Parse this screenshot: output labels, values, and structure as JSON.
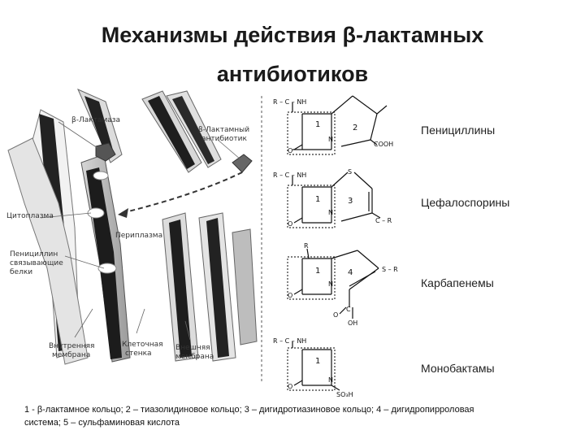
{
  "slide": {
    "title_line1": "Механизмы действия β-лактамных",
    "title_line2": "антибиотиков"
  },
  "left_diagram": {
    "labels": {
      "beta_lactamase": "β-Лактамаза",
      "beta_lactam_ab_line1": "β-Лактамный",
      "beta_lactam_ab_line2": "антибиотик",
      "cytoplasm": "Цитоплазма",
      "periplasm": "Периплазма",
      "pbp_line1": "Пенициллин",
      "pbp_line2": "связывающие",
      "pbp_line3": "белки",
      "inner_line1": "Внутренняя",
      "inner_line2": "мембрана",
      "wall_line1": "Клеточная",
      "wall_line2": "стенка",
      "outer_line1": "Внешняя",
      "outer_line2": "мембрана"
    }
  },
  "structures": {
    "r_cnh": "R – C – NH",
    "o": "O",
    "n": "N",
    "s": "S",
    "r": "R",
    "cooh": "COOH",
    "c_r": "C – R",
    "s_r": "S – R",
    "c": "C",
    "oh": "OH",
    "so3h": "SO₃H",
    "ring1": "1",
    "ring2": "2",
    "ring3": "3",
    "ring4": "4"
  },
  "classes": {
    "penicillins": "Пенициллины",
    "cephalosporins": "Цефалоспорины",
    "carbapenems": "Карбапенемы",
    "monobactams": "Монобактамы"
  },
  "caption": {
    "line1": "1 - β-лактамное кольцо; 2 – тиазолидиновое кольцо; 3 – дигидротиазиновое кольцо; 4 – дигидропирроловая",
    "line2": "система; 5 – сульфаминовая кислота"
  }
}
